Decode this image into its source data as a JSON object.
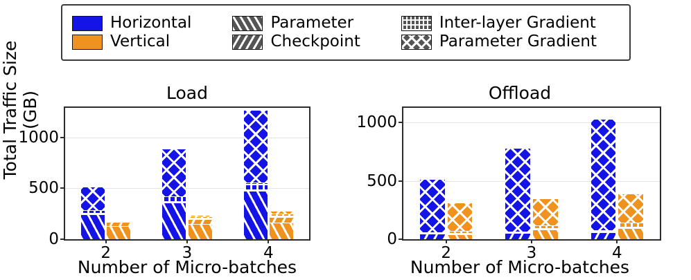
{
  "legend": {
    "items": [
      {
        "label": "Horizontal",
        "kind": "color",
        "color": "#1414e6",
        "icon": "blue-color-swatch"
      },
      {
        "label": "Parameter",
        "kind": "hatch",
        "pattern": "param",
        "icon": "parameter-hatch-swatch"
      },
      {
        "label": "Inter-layer Gradient",
        "kind": "hatch",
        "pattern": "ilg",
        "icon": "inter-layer-gradient-hatch-swatch"
      },
      {
        "label": "Vertical",
        "kind": "color",
        "color": "#f0931e",
        "icon": "orange-color-swatch"
      },
      {
        "label": "Checkpoint",
        "kind": "hatch",
        "pattern": "ckpt",
        "icon": "checkpoint-hatch-swatch"
      },
      {
        "label": "Parameter Gradient",
        "kind": "hatch",
        "pattern": "pg",
        "icon": "parameter-gradient-hatch-swatch"
      }
    ]
  },
  "axes": {
    "ylabel": "Total Traffic Size (GB)",
    "xlabel": "Number of Micro-batches"
  },
  "chart_data": [
    {
      "type": "bar",
      "title": "Load",
      "xlabel": "Number of Micro-batches",
      "ylabel": "Total Traffic Size (GB)",
      "categories": [
        "2",
        "3",
        "4"
      ],
      "yticks": [
        0,
        500,
        1000
      ],
      "ylim": [
        0,
        1290
      ],
      "ytick_labels": [
        "0",
        "500",
        "1000"
      ],
      "grid": true,
      "stack_order": [
        "Parameter",
        "Checkpoint",
        "Inter-layer Gradient",
        "Parameter Gradient"
      ],
      "groups": [
        {
          "name": "Horizontal",
          "color": "#1414e6",
          "series": [
            {
              "name": "Parameter",
              "values": [
                247,
                360,
                477
              ]
            },
            {
              "name": "Checkpoint",
              "values": [
                0,
                0,
                0
              ]
            },
            {
              "name": "Inter-layer Gradient",
              "values": [
                40,
                62,
                80
              ]
            },
            {
              "name": "Parameter Gradient",
              "values": [
                228,
                468,
                713
              ]
            }
          ],
          "totals": [
            515,
            890,
            1270
          ]
        },
        {
          "name": "Vertical",
          "color": "#f0931e",
          "series": [
            {
              "name": "Parameter",
              "values": [
                128,
                150,
                166
              ]
            },
            {
              "name": "Checkpoint",
              "values": [
                40,
                48,
                53
              ]
            },
            {
              "name": "Inter-layer Gradient",
              "values": [
                22,
                27,
                31
              ]
            },
            {
              "name": "Parameter Gradient",
              "values": [
                5,
                10,
                27
              ]
            }
          ],
          "totals": [
            195,
            235,
            277
          ]
        }
      ]
    },
    {
      "type": "bar",
      "title": "Offload",
      "xlabel": "Number of Micro-batches",
      "ylabel": "Total Traffic Size (GB)",
      "categories": [
        "2",
        "3",
        "4"
      ],
      "yticks": [
        0,
        500,
        1000
      ],
      "ylim": [
        0,
        1125
      ],
      "ytick_labels": [
        "0",
        "500",
        "1000"
      ],
      "grid": true,
      "stack_order": [
        "Parameter",
        "Checkpoint",
        "Inter-layer Gradient",
        "Parameter Gradient"
      ],
      "groups": [
        {
          "name": "Horizontal",
          "color": "#1414e6",
          "series": [
            {
              "name": "Parameter",
              "values": [
                0,
                0,
                0
              ]
            },
            {
              "name": "Checkpoint",
              "values": [
                50,
                55,
                62
              ]
            },
            {
              "name": "Inter-layer Gradient",
              "values": [
                8,
                10,
                14
              ]
            },
            {
              "name": "Parameter Gradient",
              "values": [
                455,
                715,
                955
              ]
            }
          ],
          "totals": [
            513,
            780,
            1031
          ]
        },
        {
          "name": "Vertical",
          "color": "#f0931e",
          "series": [
            {
              "name": "Parameter",
              "values": [
                40,
                82,
                92
              ]
            },
            {
              "name": "Checkpoint",
              "values": [
                0,
                0,
                0
              ]
            },
            {
              "name": "Inter-layer Gradient",
              "values": [
                30,
                35,
                52
              ]
            },
            {
              "name": "Parameter Gradient",
              "values": [
                245,
                233,
                246
              ]
            }
          ],
          "totals": [
            315,
            350,
            390
          ]
        }
      ]
    }
  ]
}
